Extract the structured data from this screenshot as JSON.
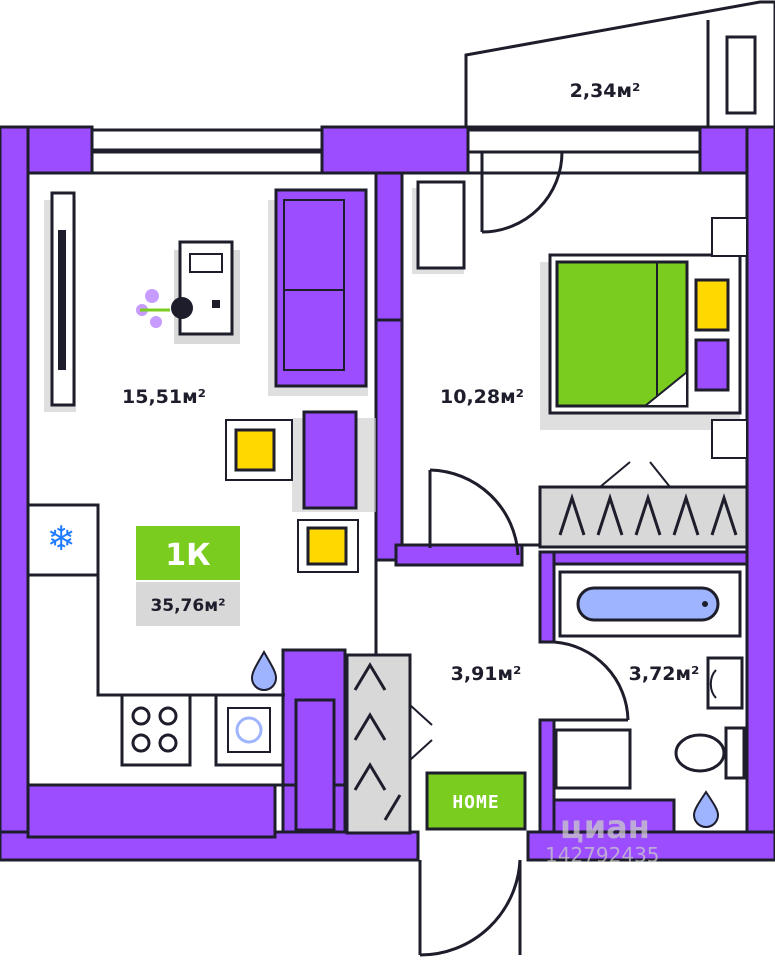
{
  "colors": {
    "wall": "#9b4dff",
    "outline": "#1d1d2b",
    "green": "#7acc1f",
    "yellow": "#ffd800",
    "gray": "#d8d8d8",
    "water": "#9fb4ff",
    "frost": "#1f7bff"
  },
  "rooms": {
    "balcony": {
      "area": "2,34м²"
    },
    "living": {
      "area": "15,51м²"
    },
    "bedroom": {
      "area": "10,28м²"
    },
    "hall": {
      "area": "3,91м²"
    },
    "bathroom": {
      "area": "3,72м²"
    }
  },
  "badge": {
    "type": "1К",
    "total": "35,76м²"
  },
  "home_mat": "HOME",
  "watermark": {
    "brand": "циан",
    "id": "142792435"
  },
  "icons": [
    "snowflake-icon",
    "water-drop-icon",
    "stove-icon",
    "washing-machine-icon",
    "plant-icon"
  ]
}
